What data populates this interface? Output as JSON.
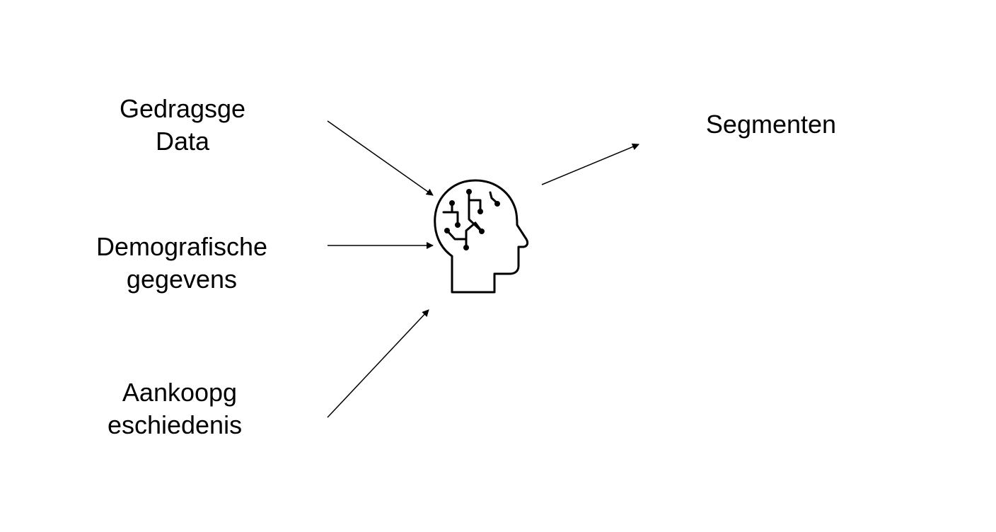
{
  "inputs": [
    {
      "line1": "Gedragsge",
      "line2": "Data"
    },
    {
      "line1": "Demografische",
      "line2": "gegevens"
    },
    {
      "line1": "Aankoopg",
      "line2": "eschiedenis"
    }
  ],
  "center": {
    "icon": "ai-brain-head-icon"
  },
  "output": {
    "label": "Segmenten"
  },
  "colors": {
    "stroke": "#000000",
    "background": "#ffffff"
  }
}
